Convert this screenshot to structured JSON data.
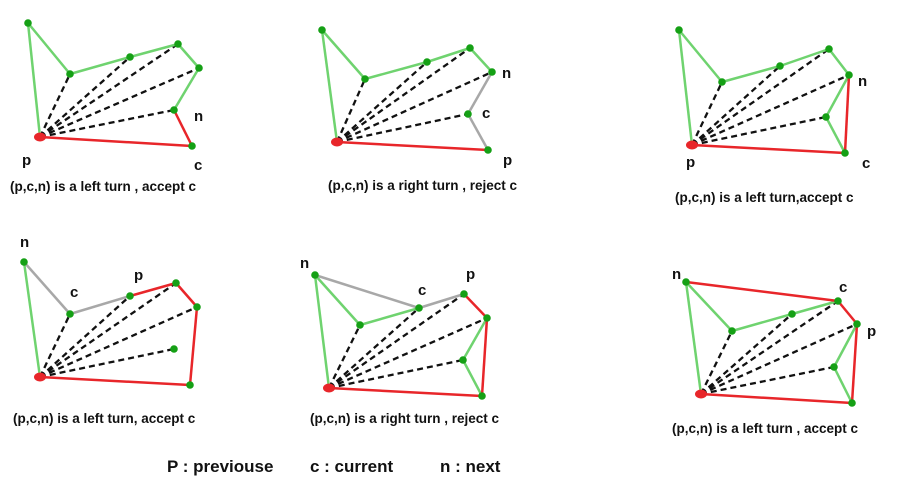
{
  "colors": {
    "hull_edge": "#6fd36f",
    "rejected_edge": "#a8a8a8",
    "active_edge": "#e8262a",
    "diagonal": "#111111",
    "vertex": "#15a015",
    "anchor": "#e8262a"
  },
  "panels": [
    {
      "labels": [
        "p",
        "n",
        "c"
      ],
      "caption": "(p,c,n) is a left turn , accept c"
    },
    {
      "labels": [
        "n",
        "c",
        "p"
      ],
      "caption": "(p,c,n) is a right turn , reject c"
    },
    {
      "labels": [
        "n",
        "p",
        "c"
      ],
      "caption": "(p,c,n) is a left turn,accept c"
    },
    {
      "labels": [
        "n",
        "c",
        "p"
      ],
      "caption": "(p,c,n) is a left turn, accept c"
    },
    {
      "labels": [
        "n",
        "c",
        "p"
      ],
      "caption": "(p,c,n) is a right turn , reject c"
    },
    {
      "labels": [
        "n",
        "c",
        "p"
      ],
      "caption": "(p,c,n) is a left turn , accept c"
    }
  ],
  "legend": {
    "previous": "P : previouse",
    "current": "c : current",
    "next": "n : next"
  }
}
